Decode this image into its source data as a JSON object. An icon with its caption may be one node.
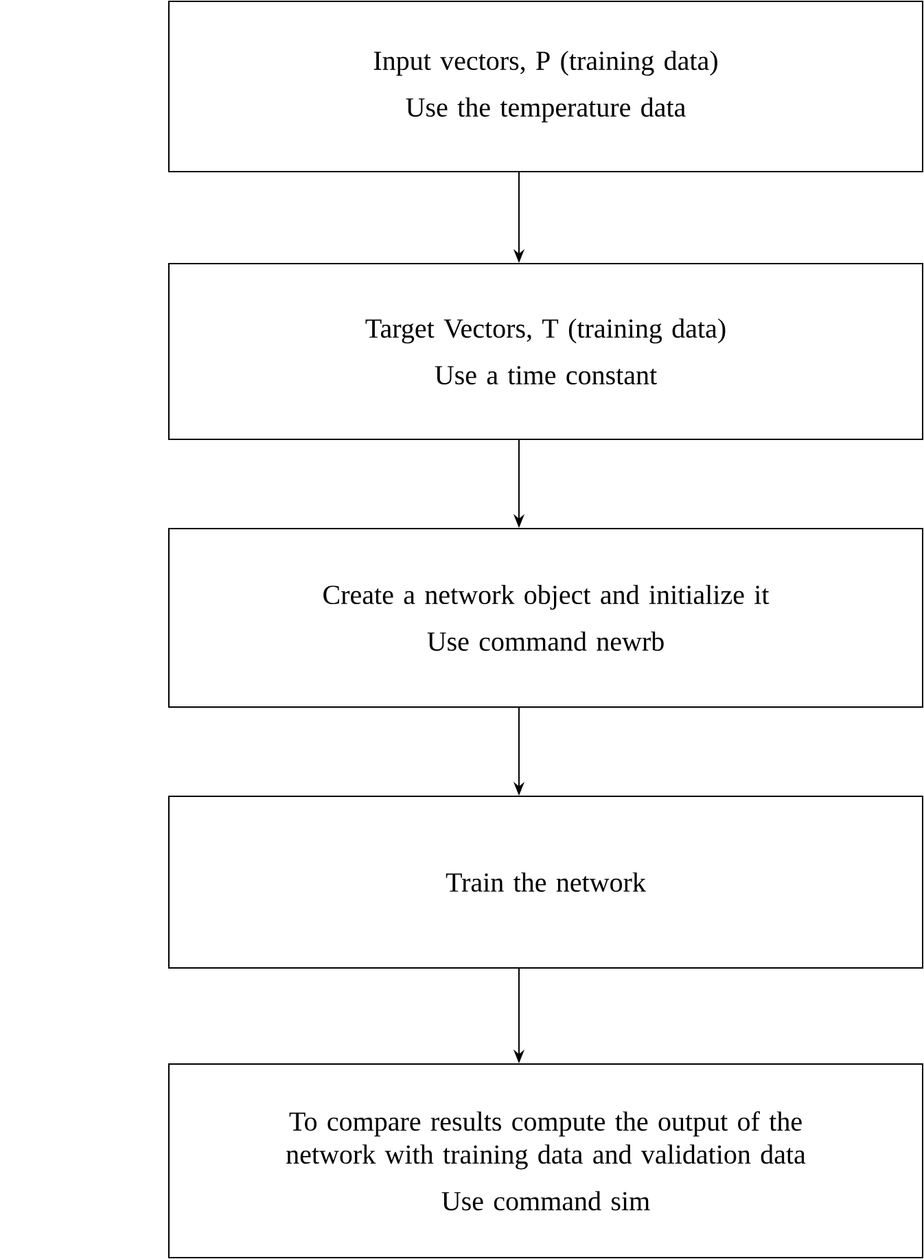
{
  "diagram": {
    "nodes": [
      {
        "text": [
          "Input vectors, P (training data)",
          "Use the temperature data"
        ]
      },
      {
        "text": [
          "Target Vectors, T (training data)",
          "Use a time constant"
        ]
      },
      {
        "text": [
          "Create a network object and initialize it",
          "Use command newrb"
        ]
      },
      {
        "text": [
          "Train the network"
        ]
      },
      {
        "text": [
          "To compare results compute the output of the network with training data and validation data",
          "Use command sim"
        ]
      }
    ],
    "edges": [
      {
        "from": 0,
        "to": 1,
        "arrow": "to"
      },
      {
        "from": 1,
        "to": 2,
        "arrow": "to"
      },
      {
        "from": 2,
        "to": 3,
        "arrow": "to"
      },
      {
        "from": 3,
        "to": 4,
        "arrow": "to"
      }
    ]
  }
}
